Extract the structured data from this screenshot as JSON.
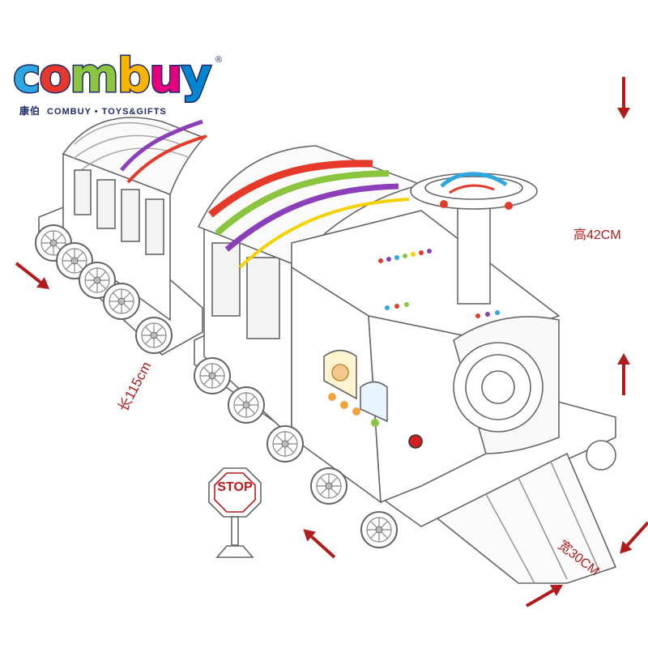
{
  "logo": {
    "wordmark": "combuy",
    "registered": "®",
    "chinese_name": "康伯",
    "tagline": "COMBUY • TOYS&GIFTS",
    "colors": {
      "c": "#2ea7e0",
      "o": "#e8382d",
      "m": "#8cc63f",
      "b": "#f7b500",
      "u": "#e6007e",
      "y": "#0086d1",
      "outline": "#1d2a6b"
    }
  },
  "dimensions": {
    "height_label": "高42CM",
    "length_label": "长115cm",
    "width_label": "宽30CM"
  },
  "sign": {
    "text": "STOP"
  },
  "colors": {
    "arrow": "#b01c1c",
    "line_art": "#6b6b6b",
    "stripe_red": "#e53a2a",
    "stripe_green": "#8bc43f",
    "stripe_purple": "#8b3fb8",
    "stripe_yellow": "#f2d200"
  }
}
